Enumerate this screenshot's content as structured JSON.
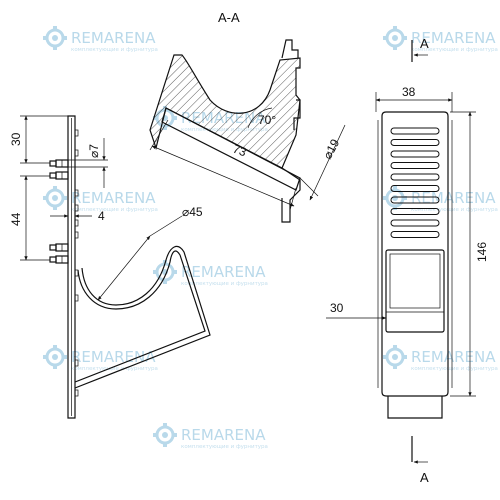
{
  "section_title": "A-A",
  "section_marks": [
    "A",
    "A"
  ],
  "watermark": {
    "brand": "REMARENA",
    "tagline": "комплектующие и фурнитура",
    "icon": "gear-logo-icon",
    "color": "#b9d9ea"
  },
  "dimensions": {
    "height_30": "30",
    "height_44": "44",
    "hole_diameter": "7",
    "thickness": "4",
    "radius_45": "45",
    "angle": "70°",
    "length_73": "73",
    "diameter_19": "19",
    "width_38": "38",
    "height_146": "146",
    "height_30_right": "30"
  },
  "diameter_symbol": "⌀"
}
